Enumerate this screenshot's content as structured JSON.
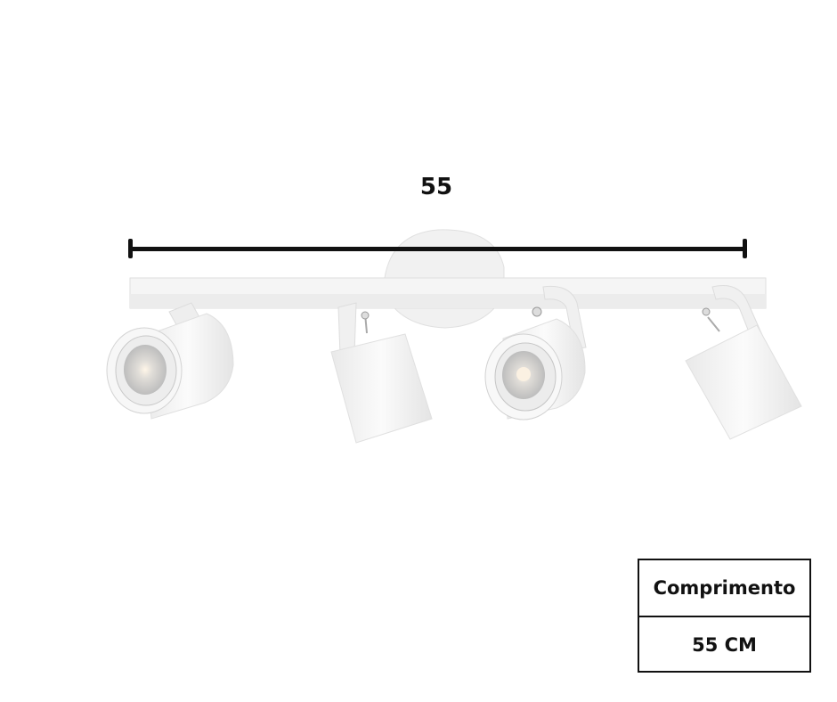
{
  "dimension": {
    "label": "55"
  },
  "product": {
    "description": "White ceiling track light bar with 4 adjustable spotlights",
    "spot_count": 4
  },
  "spec_table": {
    "header": "Comprimento",
    "value": "55 CM"
  },
  "colors": {
    "ink": "#111111",
    "fixture": "#f4f4f4",
    "background": "#ffffff"
  }
}
